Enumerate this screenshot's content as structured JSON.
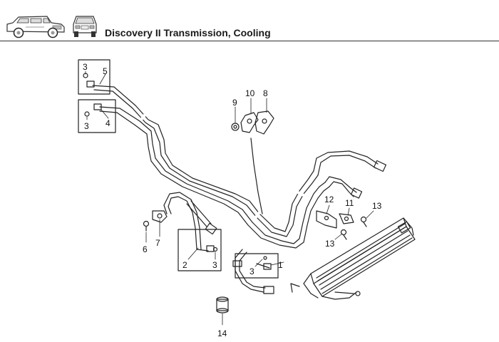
{
  "header": {
    "title": "Discovery II  Transmission, Cooling",
    "thumbnails": [
      {
        "name": "vehicle-side-view-icon"
      },
      {
        "name": "vehicle-front-view-icon"
      }
    ]
  },
  "callouts": {
    "c1": "1",
    "c2": "2",
    "c3a": "3",
    "c3b": "3",
    "c3c": "3",
    "c3d": "3",
    "c4": "4",
    "c5": "5",
    "c6": "6",
    "c7": "7",
    "c8": "8",
    "c9": "9",
    "c10": "10",
    "c11": "11",
    "c12": "12",
    "c13a": "13",
    "c13b": "13",
    "c14": "14"
  }
}
